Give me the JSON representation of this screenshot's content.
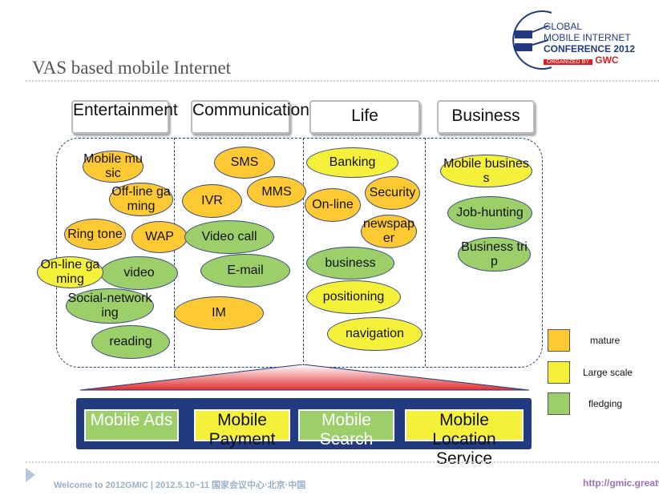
{
  "logo": {
    "line1": "GLOBAL",
    "line2": "MOBILE INTERNET",
    "line3": "CONFERENCE 2012",
    "organized": "ORGANIZED BY",
    "org": "GWC"
  },
  "title": "VAS based mobile Internet",
  "categories": [
    "Entertainment",
    "Communications",
    "Life",
    "Business"
  ],
  "bubbles": {
    "entertainment": [
      "Mobile music",
      "Off-line gaming",
      "Ring tone",
      "WAP",
      "On-line gaming",
      "video",
      "Social-networking",
      "reading"
    ],
    "communications": [
      "SMS",
      "MMS",
      "IVR",
      "Video call",
      "E-mail",
      "IM"
    ],
    "life": [
      "Banking",
      "Security",
      "On-line",
      "newspaper",
      "business",
      "positioning",
      "navigation"
    ],
    "business": [
      "Mobile business",
      "Job-hunting",
      "Business trip"
    ]
  },
  "legend": [
    {
      "label": "mature",
      "color": "#ffc933"
    },
    {
      "label": "Large scale",
      "color": "#f5f03a"
    },
    {
      "label": "fledging",
      "color": "#9ccf6a"
    }
  ],
  "services": [
    "Mobile Ads",
    "Mobile Payment",
    "Mobile Search",
    "Mobile Location Service"
  ],
  "footer": {
    "text": "Welcome to 2012GMIC | 2012.5.10~11 国家会议中心·北京·中国",
    "link": "http://gmic.greatw"
  }
}
